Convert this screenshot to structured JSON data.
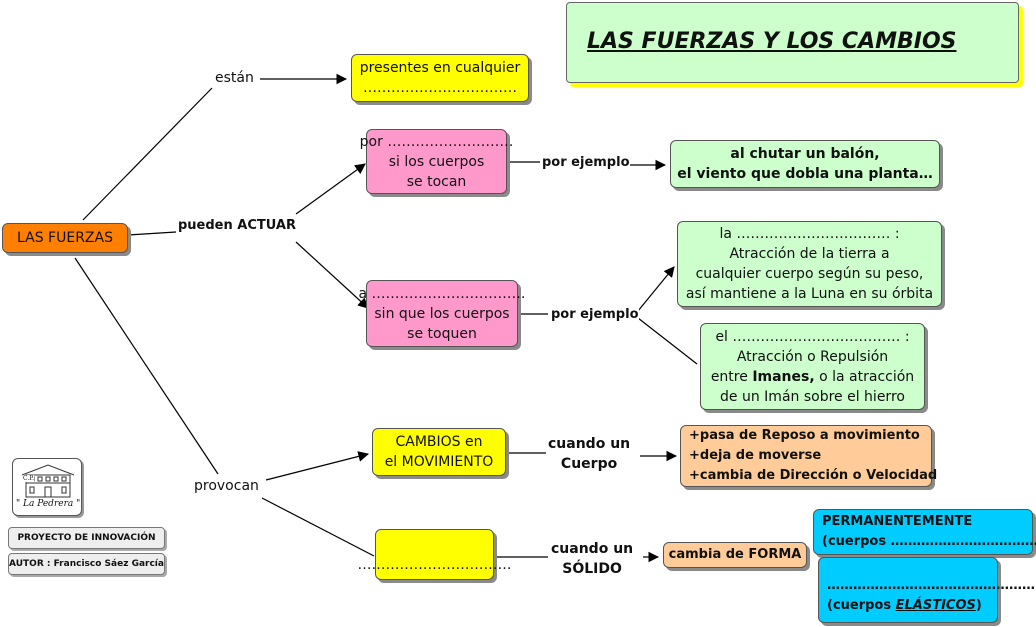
{
  "title": "LAS FUERZAS Y LOS CAMBIOS",
  "root": "LAS FUERZAS",
  "links": {
    "estan": "están",
    "pueden_actuar": "pueden ACTUAR",
    "provocan": "provocan",
    "por_ejemplo_1": "por ejemplo",
    "por_ejemplo_2": "por ejemplo",
    "cuando_cuerpo": [
      "cuando un",
      "Cuerpo"
    ],
    "cuando_solido": [
      "cuando un",
      "SÓLIDO"
    ]
  },
  "nodes": {
    "presentes": [
      "presentes en cualquier",
      "……………………………"
    ],
    "contacto": [
      "por ………………………",
      "si los cuerpos",
      "se tocan"
    ],
    "ejemplo_contacto": [
      "al chutar un balón,",
      "el viento que dobla una planta…"
    ],
    "distancia": [
      "a ……………………………",
      "sin que los cuerpos",
      "se toquen"
    ],
    "gravedad": [
      "la …………………………… :",
      "Atracción de la tierra a",
      "cualquier cuerpo según su peso,",
      "así mantiene a la Luna en su órbita"
    ],
    "magnetismo_l1": "el ……………………………… :",
    "magnetismo_l2": "Atracción o Repulsión",
    "magnetismo_l3_pre": "entre ",
    "magnetismo_l3_bold": "Imanes,",
    "magnetismo_l3_post": " o la atracción",
    "magnetismo_l4": "de un Imán sobre el hierro",
    "cambios_mov": [
      "CAMBIOS en",
      "el MOVIMIENTO"
    ],
    "efectos_mov": [
      "+pasa de Reposo a movimiento",
      "+deja de moverse",
      "+cambia de Dirección o Velocidad"
    ],
    "deformacion": "……………………………",
    "cambia_forma": "cambia de FORMA",
    "permanente": [
      "PERMANENTEMENTE",
      "(cuerpos ………………………………)"
    ],
    "elastico_l1": "……………………………………………",
    "elastico_l2_pre": "(cuerpos ",
    "elastico_l2_em": "ELÁSTICOS",
    "elastico_l2_post": ")"
  },
  "credits": {
    "logo_top": "C.P.",
    "logo_name": "\" La Pedrera \"",
    "proyecto": "PROYECTO DE INNOVACIÓN",
    "autor": "AUTOR : Francisco Sáez García"
  },
  "colors": {
    "yellow": "#ffff00",
    "pink": "#ff99cc",
    "green": "#ccffcc",
    "orange": "#ff8000",
    "peach": "#ffcc99",
    "cyan": "#00ccff"
  }
}
